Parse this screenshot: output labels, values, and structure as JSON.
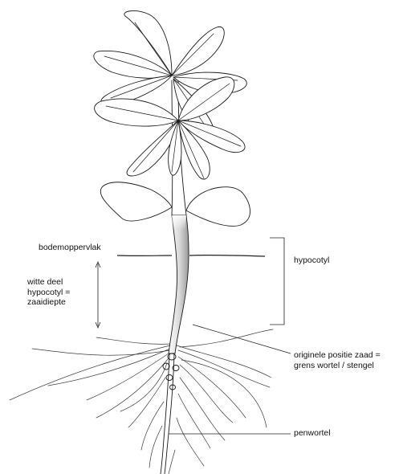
{
  "labels": {
    "soil_surface": "bodemoppervlak",
    "white_part_line1": "witte deel",
    "white_part_line2": "hypocotyl =",
    "white_part_line3": "zaaidiepte",
    "hypocotyl": "hypocotyl",
    "origin_line1": "originele positie zaad =",
    "origin_line2": "grens wortel / stengel",
    "taproot": "penwortel"
  }
}
